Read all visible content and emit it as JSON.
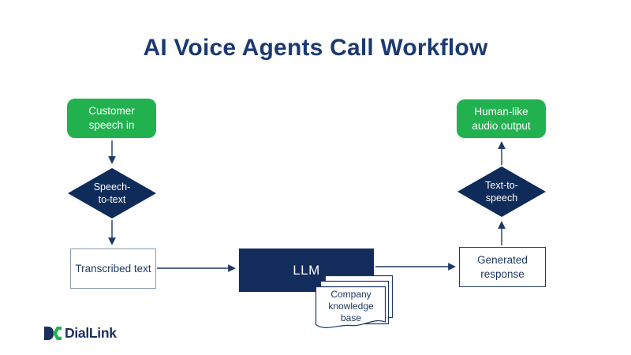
{
  "title": "AI Voice Agents Call Workflow",
  "colors": {
    "green": "#21b24f",
    "navy": "#0f2b59",
    "title_navy": "#1b3a70",
    "arrow_navy": "#1f3864",
    "light_border": "#8a9bb0",
    "background": "#ffffff"
  },
  "nodes": {
    "customer_speech_in": {
      "lines": [
        "Customer",
        "speech in"
      ]
    },
    "speech_to_text": {
      "lines": [
        "Speech-",
        "to-text"
      ]
    },
    "transcribed_text": {
      "lines": [
        "Transcribed text"
      ]
    },
    "llm": {
      "lines": [
        "LLM"
      ]
    },
    "company_knowledge_base": {
      "lines": [
        "Company",
        "knowledge",
        "base"
      ]
    },
    "generated_response": {
      "lines": [
        "Generated",
        "response"
      ]
    },
    "text_to_speech": {
      "lines": [
        "Text-to-",
        "speech"
      ]
    },
    "human_like_audio_output": {
      "lines": [
        "Human-like",
        "audio output"
      ]
    }
  },
  "logo": {
    "name": "DialLink"
  }
}
